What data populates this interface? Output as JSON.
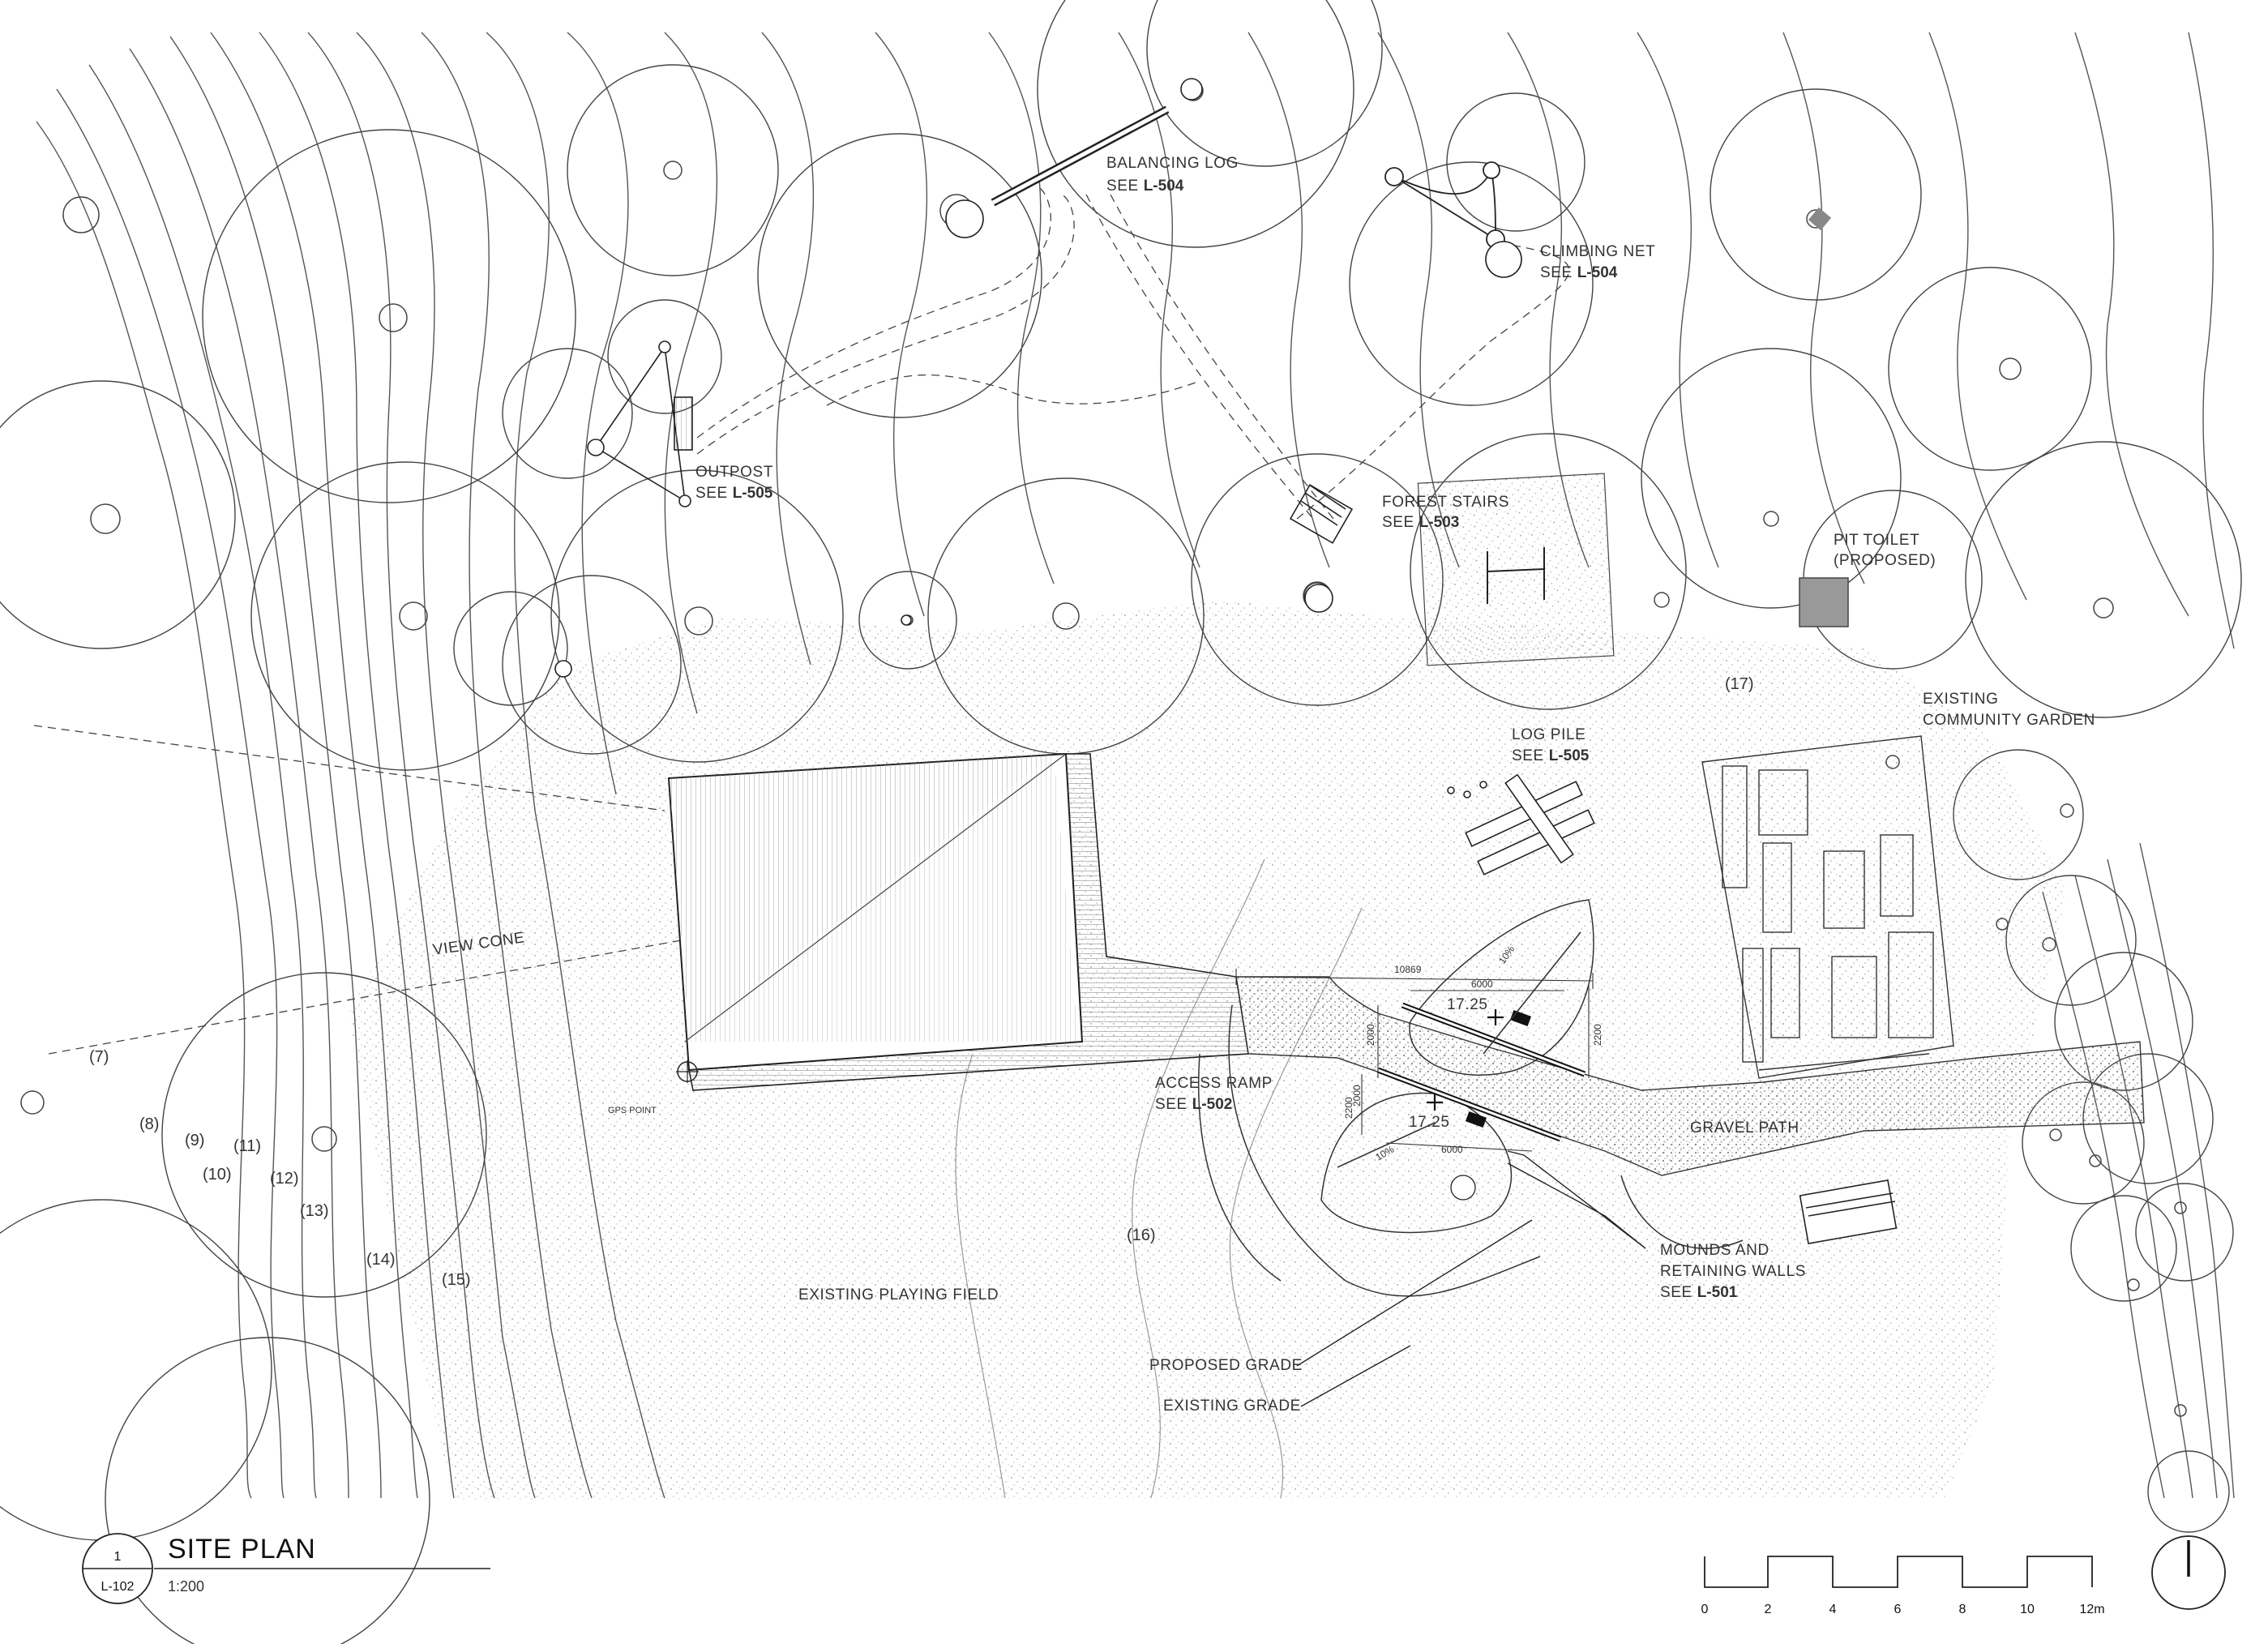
{
  "title_block": {
    "drawing_number": "1",
    "sheet_number": "L-102",
    "title": "SITE PLAN",
    "scale": "1:200"
  },
  "callouts": {
    "balancing_log": {
      "label": "BALANCING LOG",
      "see": "SEE ",
      "ref": "L-504"
    },
    "climbing_net": {
      "label": "CLIMBING NET",
      "see": "SEE ",
      "ref": "L-504"
    },
    "outpost": {
      "label": "OUTPOST",
      "see": "SEE ",
      "ref": "L-505"
    },
    "forest_stairs": {
      "label": "FOREST STAIRS",
      "see": "SEE ",
      "ref": "L-503"
    },
    "pit_toilet": {
      "label": "PIT TOILET",
      "label2": "(PROPOSED)"
    },
    "log_pile": {
      "label": "LOG PILE",
      "see": "SEE ",
      "ref": "L-505"
    },
    "community_garden": {
      "label": "EXISTING",
      "label2": "COMMUNITY GARDEN"
    },
    "access_ramp": {
      "label": "ACCESS RAMP",
      "see": "SEE ",
      "ref": "L-502"
    },
    "gravel_path": {
      "label": "GRAVEL PATH"
    },
    "mounds": {
      "label": "MOUNDS AND",
      "label2": "RETAINING WALLS",
      "see": "SEE ",
      "ref": "L-501"
    },
    "playing_field": {
      "label": "EXISTING PLAYING FIELD"
    },
    "proposed_grade": {
      "label": "PROPOSED GRADE"
    },
    "existing_grade": {
      "label": "EXISTING GRADE"
    },
    "view_cone": {
      "label": "VIEW CONE"
    },
    "gps_point": {
      "label": "GPS POINT"
    }
  },
  "contour_labels": [
    "(7)",
    "(8)",
    "(9)",
    "(10)",
    "(11)",
    "(12)",
    "(13)",
    "(14)",
    "(15)",
    "(16)",
    "(17)"
  ],
  "dimensions": {
    "d10869": "10869",
    "d6000_a": "6000",
    "d6000_b": "6000",
    "d2000_a": "2000",
    "d2000_b": "2000",
    "d2200_a": "2200",
    "d2200_b": "2200",
    "elev_a": "17.25",
    "elev_b": "17.25",
    "slope_a": "10%",
    "slope_b": "10%"
  },
  "scale_bar": {
    "ticks": [
      "0",
      "2",
      "4",
      "6",
      "8",
      "10",
      "12m"
    ]
  },
  "north_arrow": {
    "icon": "north-arrow-icon"
  }
}
